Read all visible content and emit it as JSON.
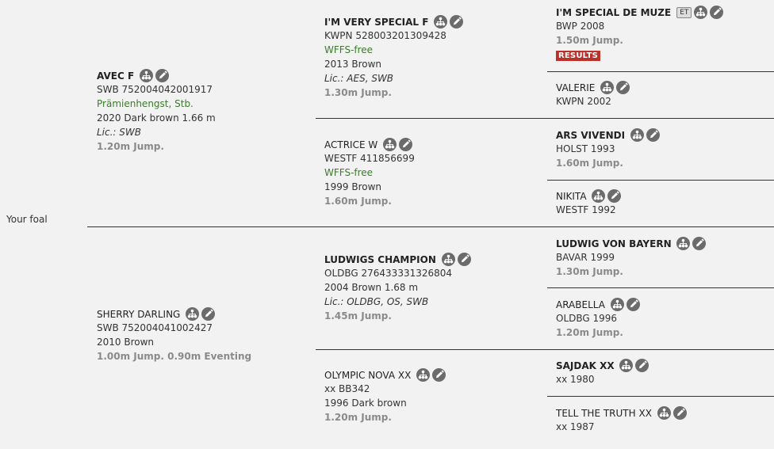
{
  "foal_label": "Your foal",
  "sire": {
    "name": "AVEC F",
    "reg": "SWB 752004042001917",
    "note": "Prämienhengst, Stb.",
    "info": "2020 Dark brown 1.66 m",
    "lic": "Lic.: SWB",
    "level": "1.20m Jump."
  },
  "dam": {
    "name": "SHERRY DARLING",
    "reg": "SWB 752004041002427",
    "info": "2010 Brown",
    "level": "1.00m Jump. 0.90m Eventing"
  },
  "ss": {
    "name": "I'M VERY SPECIAL F",
    "reg": "KWPN 528003201309428",
    "note": "WFFS-free",
    "info": "2013 Brown",
    "lic": "Lic.: AES, SWB",
    "level": "1.30m Jump."
  },
  "sd": {
    "name": "ACTRICE W",
    "reg": "WESTF 411856699",
    "note": "WFFS-free",
    "info": "1999 Brown",
    "level": "1.60m Jump."
  },
  "ds": {
    "name": "LUDWIGS CHAMPION",
    "reg": "OLDBG 276433331326804",
    "info": "2004 Brown 1.68 m",
    "lic": "Lic.: OLDBG, OS, SWB",
    "level": "1.45m Jump."
  },
  "dd": {
    "name": "OLYMPIC NOVA XX",
    "reg": "xx BB342",
    "info": "1996 Dark brown",
    "level": "1.20m Jump."
  },
  "sss": {
    "name": "I'M SPECIAL DE MUZE",
    "badge": "ET",
    "info": "BWP 2008",
    "level": "1.50m Jump.",
    "results_label": "RESULTS"
  },
  "ssd": {
    "name": "VALERIE",
    "info": "KWPN 2002"
  },
  "sds": {
    "name": "ARS VIVENDI",
    "info": "HOLST 1993",
    "level": "1.60m Jump."
  },
  "sdd": {
    "name": "NIKITA",
    "info": "WESTF 1992"
  },
  "dss": {
    "name": "LUDWIG VON BAYERN",
    "info": "BAVAR 1999",
    "level": "1.30m Jump."
  },
  "dsd": {
    "name": "ARABELLA",
    "info": "OLDBG 1996",
    "level": "1.20m Jump."
  },
  "dds": {
    "name": "SAJDAK XX",
    "info": "xx 1980"
  },
  "ddd": {
    "name": "TELL THE TRUTH XX",
    "info": "xx 1987"
  },
  "icons": {
    "pedigree": "pedigree-tree-icon",
    "edit": "pencil-edit-icon"
  },
  "colors": {
    "background": "#f2f2f2",
    "icon": "#6b6b6b",
    "results": "#b8312b",
    "note_green": "#3c7a2e",
    "level_gray": "#8a8a8a"
  }
}
